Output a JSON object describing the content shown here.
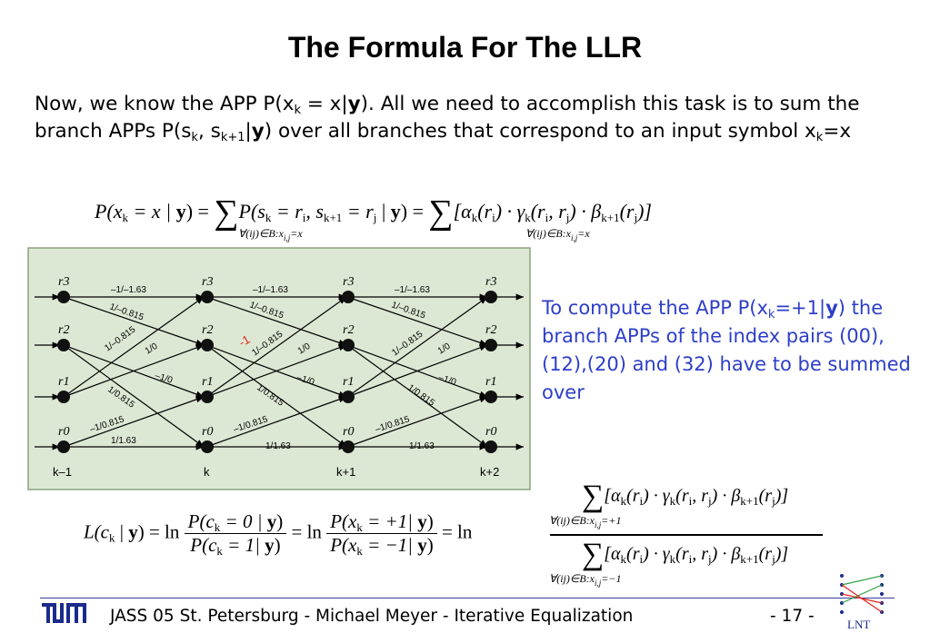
{
  "slide": {
    "title": "The Formula For The LLR",
    "intro": {
      "p1": "Now, we know the APP P(x",
      "p1_sub": "k",
      "p2": " = x|",
      "p2_bold": "y",
      "p3": "). All we need to accomplish this task is to sum the branch APPs P(s",
      "p3_sub": "k",
      "p4": ", s",
      "p4_sub": "k+1",
      "p5": "|",
      "p5_bold": "y",
      "p6": ") over all branches that correspond to an input symbol x",
      "p6_sub": "k",
      "p7": "=x"
    },
    "formula1": {
      "lhs": "P(x",
      "lhs_sub": "k",
      "lhs2": " = x | ",
      "lhs_bold": "y",
      "lhs3": ") = ",
      "mid": "P(s",
      "mid_sub1": "k",
      "mid2": " = r",
      "mid_sub2": "i",
      "mid3": ", s",
      "mid_sub3": "k+1",
      "mid4": " = r",
      "mid_sub4": "j",
      "mid5": " | ",
      "mid_bold": "y",
      "mid6": ") = ",
      "rhs": "[α",
      "rhs_sub1": "k",
      "rhs2": "(r",
      "rhs_sub2": "i",
      "rhs3": ") · γ",
      "rhs_sub3": "k",
      "rhs4": "(r",
      "rhs_sub4": "i",
      "rhs5": ", r",
      "rhs_sub5": "j",
      "rhs6": ") · β",
      "rhs_sub6": "k+1",
      "rhs7": "(r",
      "rhs_sub7": "j",
      "rhs8": ")]",
      "sum_index": "∀(ij)∈B:x",
      "sum_index_sub": "i,j",
      "sum_index_end": "=x"
    },
    "blue_text": {
      "t1": "To compute the APP P(x",
      "t1_sub": "k",
      "t2": "=+1|",
      "t2_bold": "y",
      "t3": ") the branch APPs of the index pairs (00),(12),(20) and (32) have to be summed over"
    },
    "llr": {
      "lhs": "L(c",
      "lhs_sub": "k",
      "lhs2": " | ",
      "lhs_bold": "y",
      "lhs3": ") = ln",
      "f1_num": "P(c",
      "f1_num_sub": "k",
      "f1_num2": " = 0 | ",
      "f1_num_bold": "y",
      "f1_num3": ")",
      "f1_den": "P(c",
      "f1_den_sub": "k",
      "f1_den2": " = 1| ",
      "f1_den_bold": "y",
      "f1_den3": ")",
      "eq2": " = ln",
      "f2_num": "P(x",
      "f2_num_sub": "k",
      "f2_num2": " = +1| ",
      "f2_num_bold": "y",
      "f2_num3": ")",
      "f2_den": "P(x",
      "f2_den_sub": "k",
      "f2_den2": " = −1| ",
      "f2_den_bold": "y",
      "f2_den3": ")",
      "eq3": " = ln",
      "sum_top": "∀(ij)∈B:x",
      "sum_top_sub": "i,j",
      "sum_top_end": "=+1",
      "sum_bot": "∀(ij)∈B:x",
      "sum_bot_sub": "i,j",
      "sum_bot_end": "=−1"
    },
    "trellis": {
      "background": "#dde8d4",
      "border": "#8aa37f",
      "states": [
        "r3",
        "r2",
        "r1",
        "r0"
      ],
      "time_labels": [
        "k–1",
        "k",
        "k+1",
        "k+2"
      ],
      "labels": {
        "top": "–1/–1.63",
        "bottom": "1/1.63",
        "d32": "1/–0.815",
        "d12": "1/–0.815",
        "d10": "–1/0",
        "d01": "–1/0.815",
        "up12": "1/0",
        "d21": "1/0.815",
        "red": "-1"
      }
    },
    "footer": {
      "text": "JASS 05 St. Petersburg  -  Michael Meyer  -  Iterative Equalization",
      "page": "- 17 -",
      "logo_left": "TUM",
      "logo_right": "LNT"
    },
    "colors": {
      "blue_text": "#2d3ec9",
      "footer_line": "#3c3f9a",
      "logo": "#1a2b8c",
      "red_label": "#e3261d"
    }
  }
}
